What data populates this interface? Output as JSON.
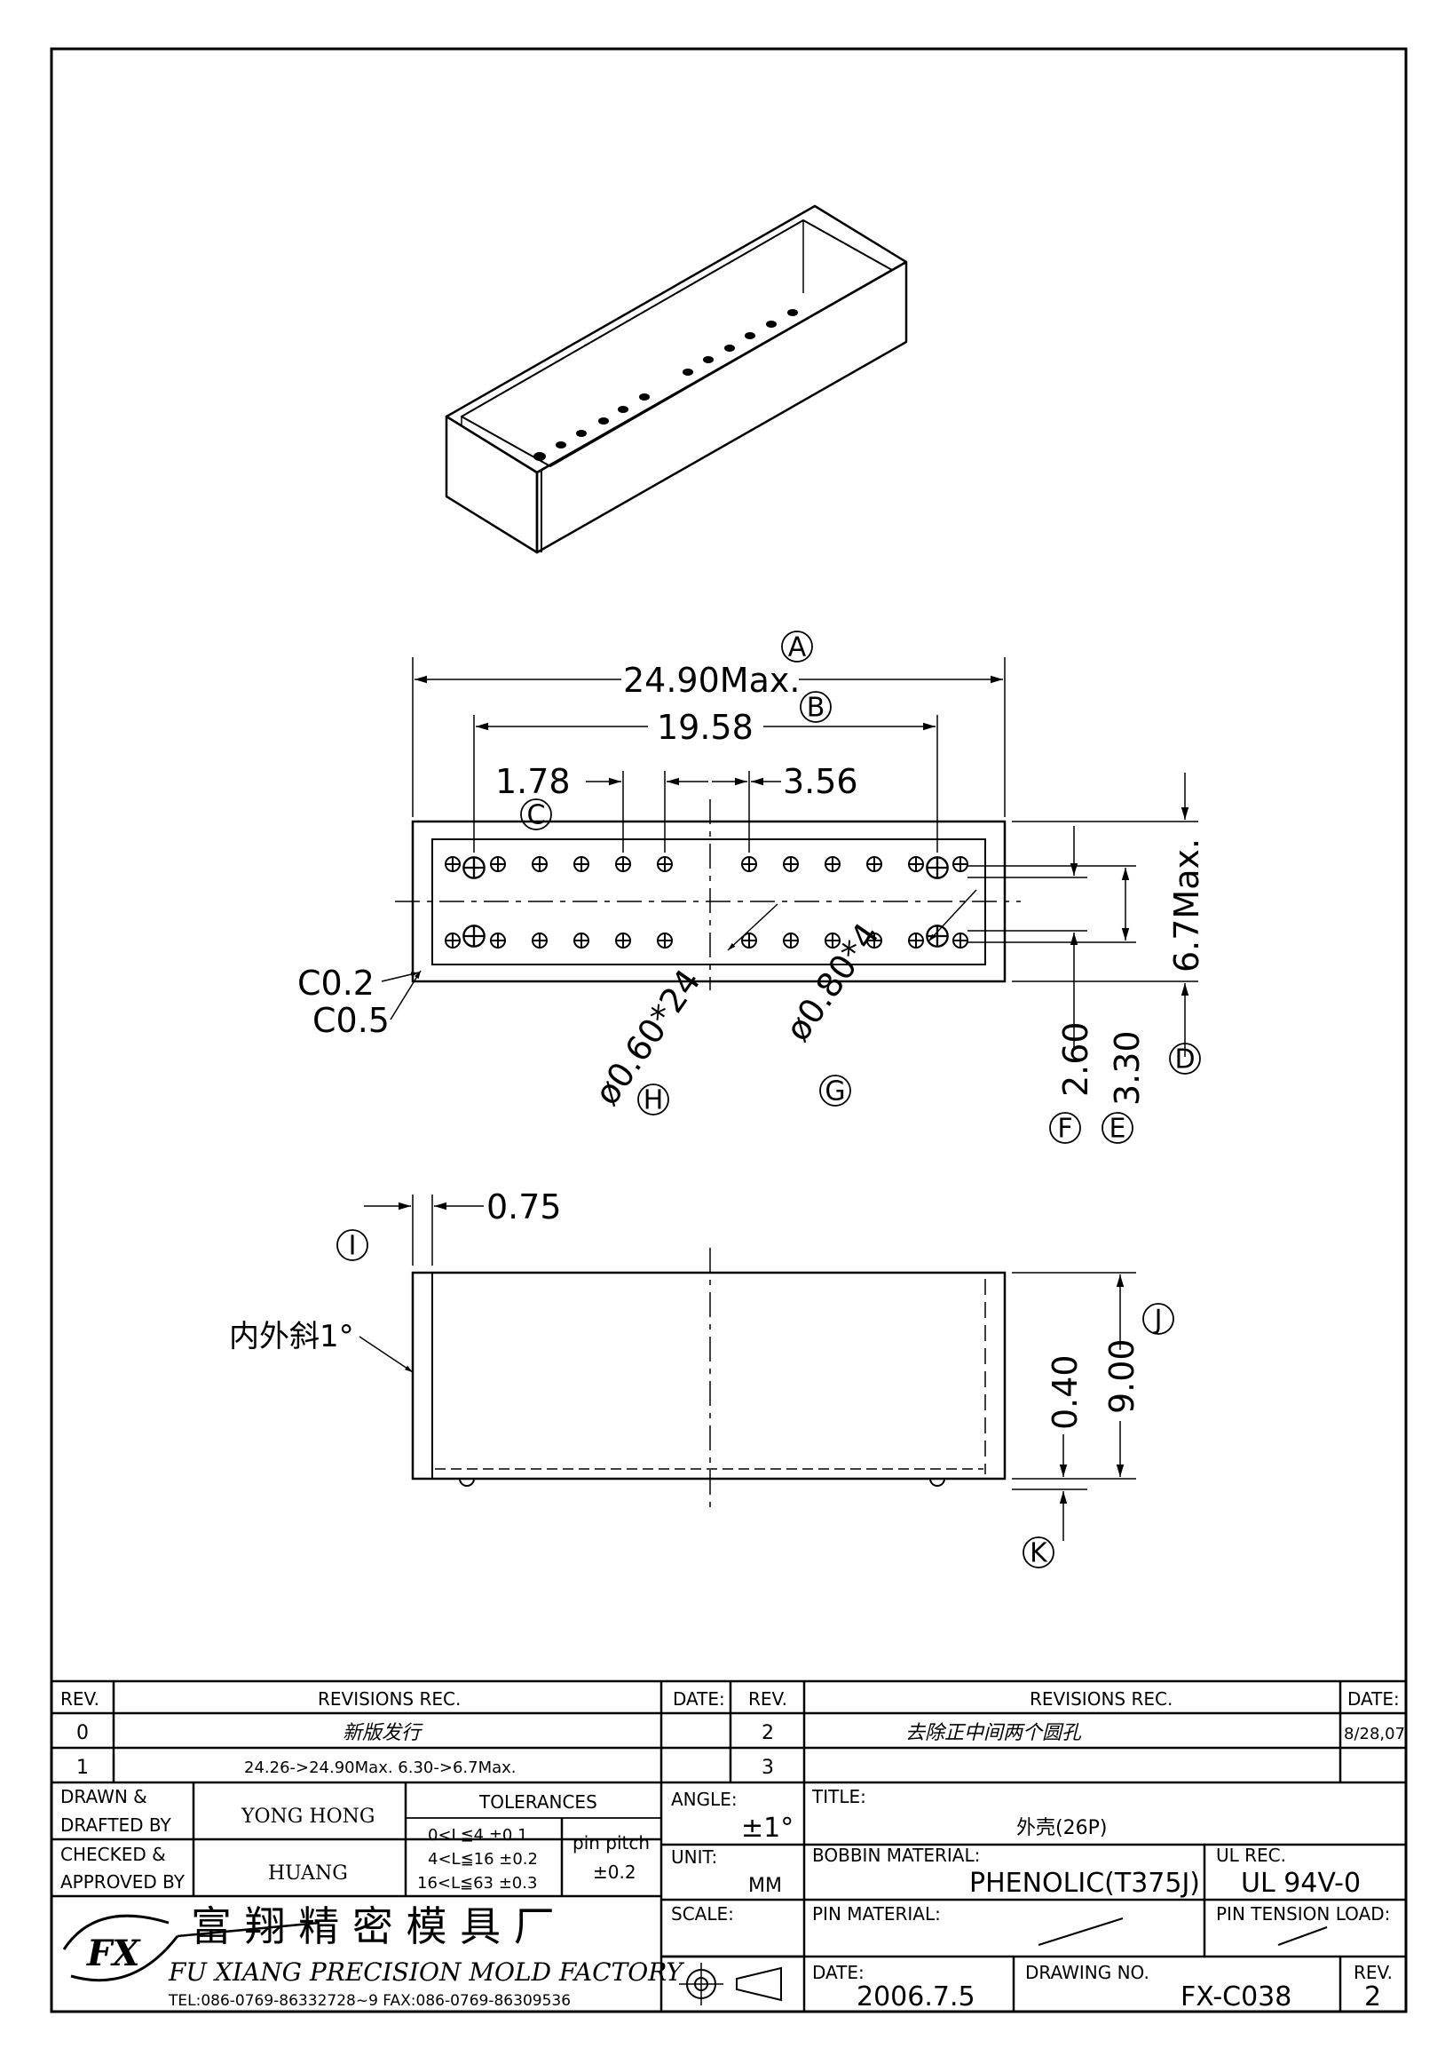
{
  "drawing": {
    "dim_A": "24.90Max.",
    "dim_B": "19.58",
    "dim_178": "1.78",
    "dim_356": "3.56",
    "dim_C02": "C0.2",
    "dim_C05": "C0.5",
    "dim_H": "ø0.60*24",
    "dim_G": "ø0.80*4",
    "dim_F": "2.60",
    "dim_E": "3.30",
    "dim_D": "6.7Max.",
    "dim_075": "0.75",
    "dim_040": "0.40",
    "dim_900": "9.00",
    "note_slope": "内外斜1°",
    "labels": {
      "A": "A",
      "B": "B",
      "C": "C",
      "D": "D",
      "E": "E",
      "F": "F",
      "G": "G",
      "H": "H",
      "I": "I",
      "J": "J",
      "K": "K"
    }
  },
  "title_block": {
    "rev_header": "REV.",
    "revisions_header": "REVISIONS    REC.",
    "date_header": "DATE:",
    "rev_rows_left": [
      {
        "rev": "0",
        "text": "新版发行",
        "date": ""
      },
      {
        "rev": "1",
        "text": "24.26->24.90Max.   6.30->6.7Max.",
        "date": ""
      }
    ],
    "rev_rows_right": [
      {
        "rev": "2",
        "text": "去除正中间两个圆孔",
        "date": "8/28,07"
      },
      {
        "rev": "3",
        "text": "",
        "date": ""
      }
    ],
    "drawn_label_1": "DRAWN &",
    "drawn_label_2": "DRAFTED BY",
    "drawn_by": "YONG HONG",
    "checked_label_1": "CHECKED &",
    "checked_label_2": "APPROVED BY",
    "checked_by": "HUANG",
    "tolerances_label": "TOLERANCES",
    "tol_1": "0<L≦4   ±0.1",
    "tol_2": "4<L≦16  ±0.2",
    "tol_3": "16<L≦63  ±0.3",
    "pin_pitch_label": "pin pitch",
    "pin_pitch_value": "±0.2",
    "angle_label": "ANGLE:",
    "angle_value": "±1°",
    "unit_label": "UNIT:",
    "unit_value": "MM",
    "scale_label": "SCALE:",
    "title_label": "TITLE:",
    "title_value": "外壳(26P)",
    "bobbin_label": "BOBBIN MATERIAL:",
    "bobbin_value": "PHENOLIC(T375J)",
    "ul_label": "UL REC.",
    "ul_value": "UL 94V-0",
    "pin_material_label": "PIN MATERIAL:",
    "pin_tension_label": "PIN TENSION LOAD:",
    "date_label": "DATE:",
    "date_value": "2006.7.5",
    "drawing_no_label": "DRAWING NO.",
    "drawing_no_value": "FX-C038",
    "rev_label": "REV.",
    "rev_value": "2",
    "company_cn": "富 翔 精 密 模 具 厂",
    "company_en": "FU XIANG PRECISION MOLD FACTORY",
    "company_contact": "TEL:086-0769-86332728~9   FAX:086-0769-86309536",
    "logo_text": "FX"
  }
}
